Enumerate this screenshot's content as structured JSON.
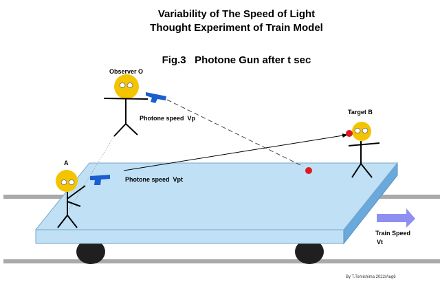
{
  "title": {
    "line1": "Variability of The Speed of Light",
    "line2": "Thought Experiment of Train Model"
  },
  "figure_caption": "Fig.3   Photone Gun after t sec",
  "labels": {
    "observer": "Observer O",
    "observer_speed": "Photone speed  Vp",
    "target": "Target B",
    "person_a": "A",
    "train_photon_speed": "Photone speed  Vpt",
    "train_speed_line1": "Train Speed",
    "train_speed_line2": "Vt"
  },
  "credit": "By T.Tomishima 2022/Aug6",
  "colors": {
    "platform_top": "#bfe0f5",
    "platform_edge": "#6aa9dc",
    "face": "#f5c400",
    "gun": "#1a5fd0",
    "photon": "#e0191f",
    "wheel": "#1f1f1f",
    "rail": "#a9a9a9",
    "arrow": "#8f8ff2"
  },
  "icons": {
    "observer_gun": "pistol-icon",
    "a_gun": "pistol-icon",
    "speed_arrow": "right-arrow-icon"
  }
}
